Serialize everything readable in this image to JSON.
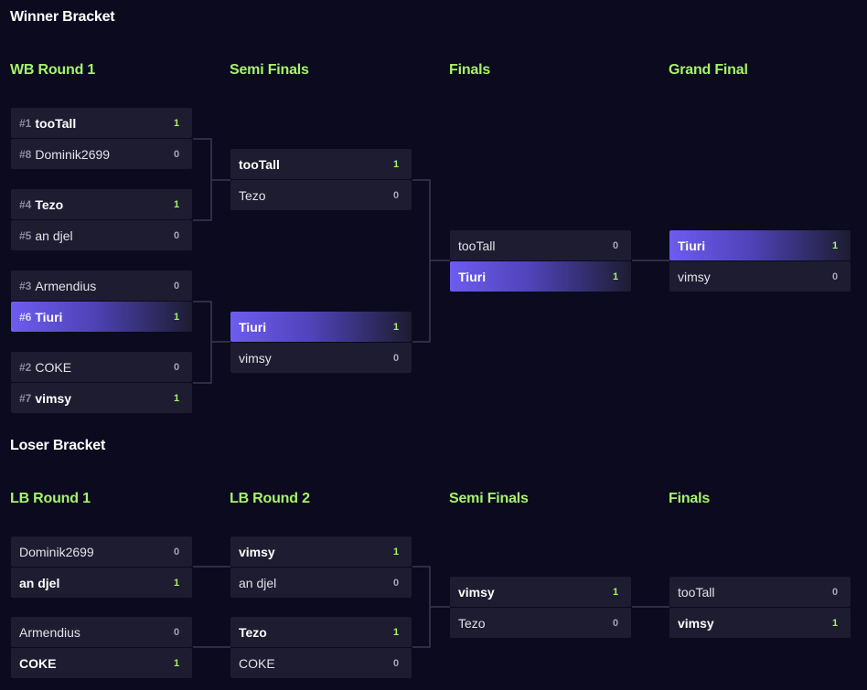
{
  "winner_bracket": {
    "title": "Winner Bracket",
    "rounds": [
      {
        "label": "WB Round 1"
      },
      {
        "label": "Semi Finals"
      },
      {
        "label": "Finals"
      },
      {
        "label": "Grand Final"
      }
    ],
    "matches": [
      {
        "round": 0,
        "players": [
          {
            "seed": "#1",
            "name": "tooTall",
            "score": "1",
            "win": true
          },
          {
            "seed": "#8",
            "name": "Dominik2699",
            "score": "0"
          }
        ]
      },
      {
        "round": 0,
        "players": [
          {
            "seed": "#4",
            "name": "Tezo",
            "score": "1",
            "win": true
          },
          {
            "seed": "#5",
            "name": "an djel",
            "score": "0"
          }
        ]
      },
      {
        "round": 0,
        "players": [
          {
            "seed": "#3",
            "name": "Armendius",
            "score": "0"
          },
          {
            "seed": "#6",
            "name": "Tiuri",
            "score": "1",
            "win": true,
            "highlight": true
          }
        ]
      },
      {
        "round": 0,
        "players": [
          {
            "seed": "#2",
            "name": "COKE",
            "score": "0"
          },
          {
            "seed": "#7",
            "name": "vimsy",
            "score": "1",
            "win": true
          }
        ]
      },
      {
        "round": 1,
        "players": [
          {
            "name": "tooTall",
            "score": "1",
            "win": true
          },
          {
            "name": "Tezo",
            "score": "0"
          }
        ]
      },
      {
        "round": 1,
        "players": [
          {
            "name": "Tiuri",
            "score": "1",
            "win": true,
            "highlight": true
          },
          {
            "name": "vimsy",
            "score": "0"
          }
        ]
      },
      {
        "round": 2,
        "players": [
          {
            "name": "tooTall",
            "score": "0"
          },
          {
            "name": "Tiuri",
            "score": "1",
            "win": true,
            "highlight": true
          }
        ]
      },
      {
        "round": 3,
        "players": [
          {
            "name": "Tiuri",
            "score": "1",
            "win": true,
            "highlight": true
          },
          {
            "name": "vimsy",
            "score": "0"
          }
        ]
      }
    ]
  },
  "loser_bracket": {
    "title": "Loser Bracket",
    "rounds": [
      {
        "label": "LB Round 1"
      },
      {
        "label": "LB Round 2"
      },
      {
        "label": "Semi Finals"
      },
      {
        "label": "Finals"
      }
    ],
    "matches": [
      {
        "round": 0,
        "players": [
          {
            "name": "Dominik2699",
            "score": "0"
          },
          {
            "name": "an djel",
            "score": "1",
            "win": true
          }
        ]
      },
      {
        "round": 0,
        "players": [
          {
            "name": "Armendius",
            "score": "0"
          },
          {
            "name": "COKE",
            "score": "1",
            "win": true
          }
        ]
      },
      {
        "round": 1,
        "players": [
          {
            "name": "vimsy",
            "score": "1",
            "win": true
          },
          {
            "name": "an djel",
            "score": "0"
          }
        ]
      },
      {
        "round": 1,
        "players": [
          {
            "name": "Tezo",
            "score": "1",
            "win": true
          },
          {
            "name": "COKE",
            "score": "0"
          }
        ]
      },
      {
        "round": 2,
        "players": [
          {
            "name": "vimsy",
            "score": "1",
            "win": true
          },
          {
            "name": "Tezo",
            "score": "0"
          }
        ]
      },
      {
        "round": 3,
        "players": [
          {
            "name": "tooTall",
            "score": "0"
          },
          {
            "name": "vimsy",
            "score": "1",
            "win": true
          }
        ]
      }
    ]
  },
  "colors": {
    "background": "#0b0a1e",
    "slot": "#1d1c30",
    "round_title": "#a6f26b",
    "winner_score": "#a6f26b",
    "highlight_start": "#6d5cf0",
    "connector": "#3a3950"
  }
}
